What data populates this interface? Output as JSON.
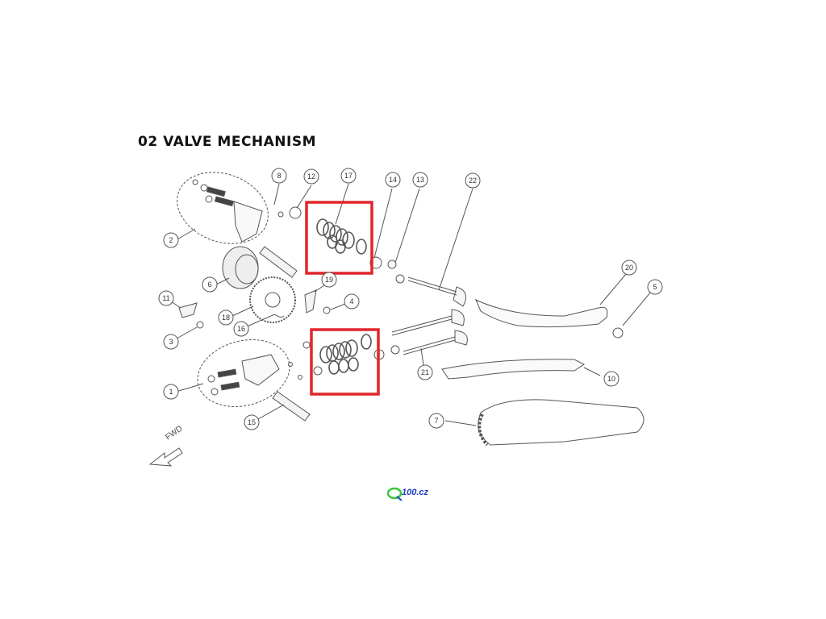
{
  "title": "02 VALVE MECHANISM",
  "direction_label": "FWD",
  "highlight_color": "#e0262b",
  "line_color": "#555555",
  "callouts": [
    {
      "id": "c1",
      "label": "1"
    },
    {
      "id": "c2",
      "label": "2"
    },
    {
      "id": "c3",
      "label": "3"
    },
    {
      "id": "c4",
      "label": "4"
    },
    {
      "id": "c5",
      "label": "5"
    },
    {
      "id": "c6",
      "label": "6"
    },
    {
      "id": "c7",
      "label": "7"
    },
    {
      "id": "c8",
      "label": "8"
    },
    {
      "id": "c10",
      "label": "10"
    },
    {
      "id": "c11",
      "label": "11"
    },
    {
      "id": "c12",
      "label": "12"
    },
    {
      "id": "c13",
      "label": "13"
    },
    {
      "id": "c14",
      "label": "14"
    },
    {
      "id": "c15",
      "label": "15"
    },
    {
      "id": "c16",
      "label": "16"
    },
    {
      "id": "c17",
      "label": "17"
    },
    {
      "id": "c18",
      "label": "18"
    },
    {
      "id": "c19",
      "label": "19"
    },
    {
      "id": "c20",
      "label": "20"
    },
    {
      "id": "c21",
      "label": "21"
    },
    {
      "id": "c22",
      "label": "22"
    }
  ],
  "logo": {
    "text": "100.cz",
    "icon": "q-swirl-logo-icon"
  }
}
